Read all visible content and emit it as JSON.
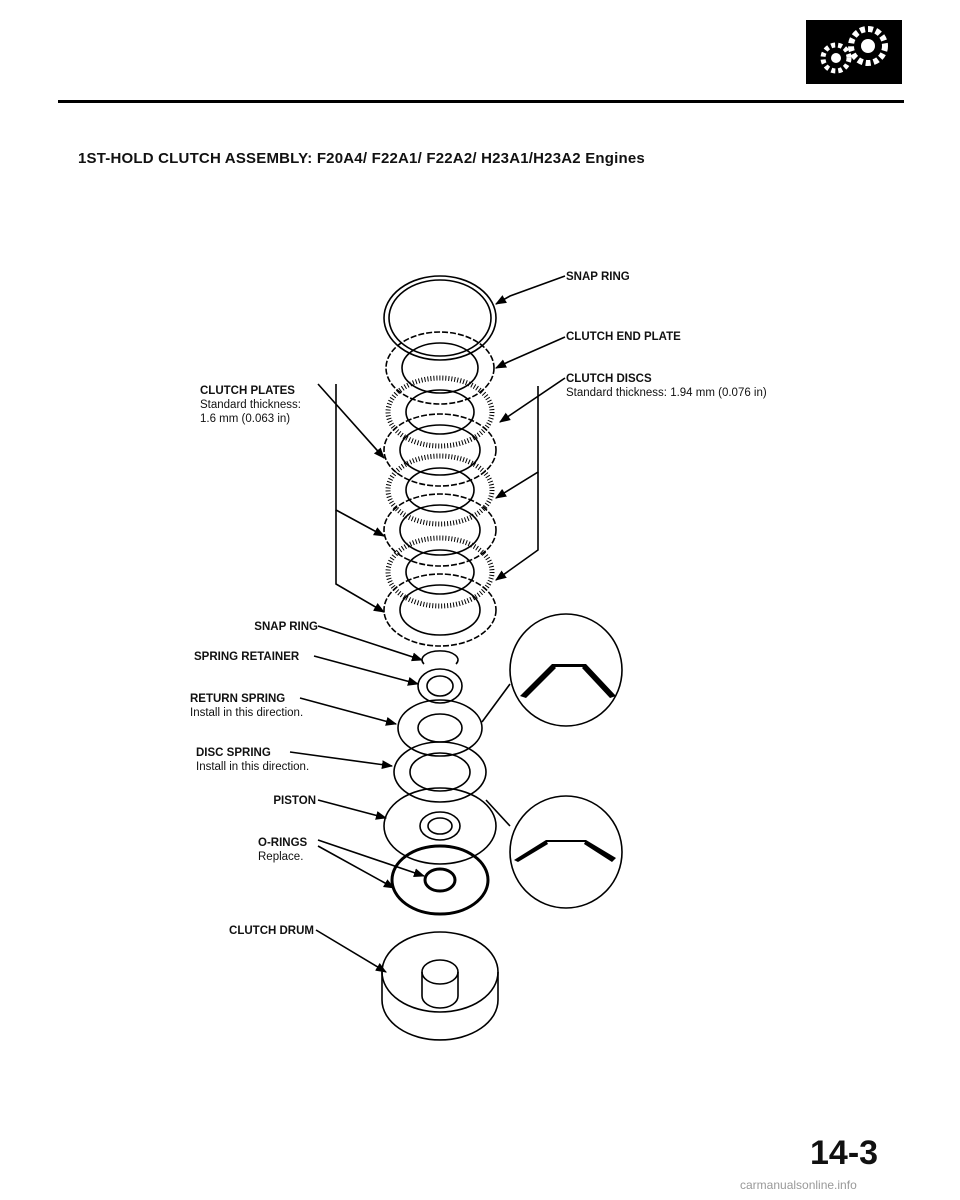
{
  "page": {
    "title": "1ST-HOLD CLUTCH ASSEMBLY: F20A4/ F22A1/ F22A2/ H23A1/H23A2 Engines",
    "page_number": "14-3",
    "watermark": "carmanualsonline.info"
  },
  "parts": {
    "snap_ring_top": {
      "name": "SNAP RING"
    },
    "clutch_end_plate": {
      "name": "CLUTCH END PLATE"
    },
    "clutch_discs": {
      "name": "CLUTCH DISCS",
      "note": "Standard thickness: 1.94 mm (0.076 in)"
    },
    "clutch_plates": {
      "name": "CLUTCH PLATES",
      "note_line1": "Standard thickness:",
      "note_line2": "1.6 mm (0.063 in)"
    },
    "snap_ring_lower": {
      "name": "SNAP RING"
    },
    "spring_retainer": {
      "name": "SPRING RETAINER"
    },
    "return_spring": {
      "name": "RETURN SPRING",
      "note": "Install in this direction."
    },
    "disc_spring": {
      "name": "DISC SPRING",
      "note": "Install in this direction."
    },
    "piston": {
      "name": "PISTON"
    },
    "o_rings": {
      "name": "O-RINGS",
      "note": "Replace."
    },
    "clutch_drum": {
      "name": "CLUTCH DRUM"
    }
  }
}
